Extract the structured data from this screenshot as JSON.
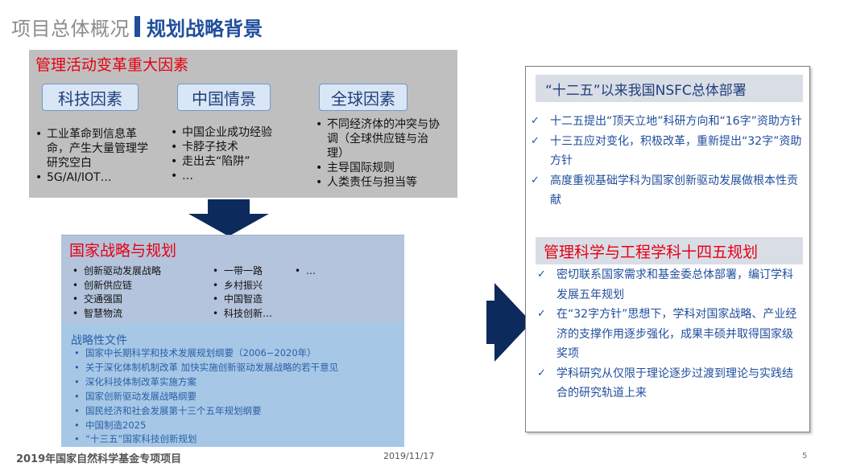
{
  "header": {
    "section": "项目总体概况",
    "subtitle": "规划战略背景"
  },
  "factors": {
    "title": "管理活动变革重大因素",
    "tags": [
      "科技因素",
      "中国情景",
      "全球因素"
    ],
    "columns": [
      [
        "工业革命到信息革命，产生大量管理学研究空白",
        "5G/AI/IOT…"
      ],
      [
        "中国企业成功经验",
        "卡脖子技术",
        "走出去“陷阱”",
        "…"
      ],
      [
        "不同经济体的冲突与协调（全球供应链与治理）",
        "主导国际规则",
        "人类责任与担当等"
      ]
    ]
  },
  "strategy": {
    "title": "国家战略与规划",
    "col1": [
      "创新驱动发展战略",
      "创新供应链",
      "交通强国",
      "智慧物流"
    ],
    "col2": [
      "一带一路",
      "乡村振兴",
      "中国智造",
      "科技创新…"
    ],
    "col3": [
      "…"
    ]
  },
  "documents": {
    "title": "战略性文件",
    "items": [
      "国家中长期科学和技术发展规划纲要（2006−2020年）",
      "关于深化体制机制改革 加快实施创新驱动发展战略的若干意见",
      "深化科技体制改革实施方案",
      "国家创新驱动发展战略纲要",
      "国民经济和社会发展第十三个五年规划纲要",
      "中国制造2025",
      "“十三五”国家科技创新规划"
    ]
  },
  "panel": {
    "heading1": "“十二五”以来我国NSFC总体部署",
    "checks1": [
      "十二五提出“顶天立地”科研方向和“16字”资助方针",
      "十三五应对变化，积极改革，重新提出“32字”资助方针",
      "高度重视基础学科为国家创新驱动发展做根本性贡献"
    ],
    "heading2": "管理科学与工程学科十四五规划",
    "checks2": [
      "密切联系国家需求和基金委总体部署，编订学科发展五年规划",
      "在“32字方针”思想下，学科对国家战略、产业经济的支撑作用逐步强化，成果丰硕并取得国家级奖项",
      "学科研究从仅限于理论逐步过渡到理论与实践结合的研究轨道上来"
    ]
  },
  "footer": {
    "project": "2019年国家自然科学基金专项项目",
    "date": "2019/11/17",
    "page": "5"
  },
  "colors": {
    "accent": "#1f4e9c",
    "highlight": "#e60012",
    "arrow": "#0d2a5c"
  }
}
